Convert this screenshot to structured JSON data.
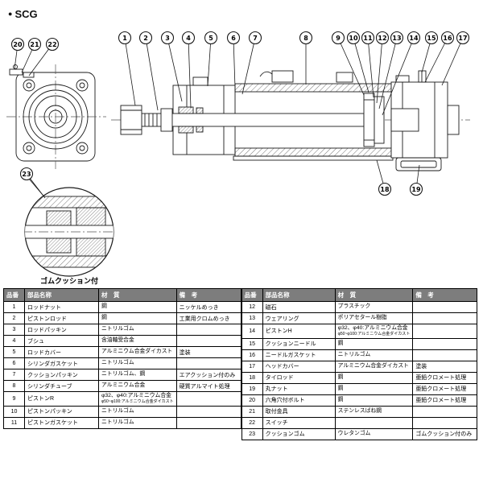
{
  "page": {
    "title_bullet": "●",
    "title": "SCG"
  },
  "diagram": {
    "callouts": [
      {
        "label": "1"
      },
      {
        "label": "2"
      },
      {
        "label": "3"
      },
      {
        "label": "4"
      },
      {
        "label": "5"
      },
      {
        "label": "6"
      },
      {
        "label": "7"
      },
      {
        "label": "8"
      },
      {
        "label": "9"
      },
      {
        "label": "10"
      },
      {
        "label": "11"
      },
      {
        "label": "12"
      },
      {
        "label": "13"
      },
      {
        "label": "14"
      },
      {
        "label": "15"
      },
      {
        "label": "16"
      },
      {
        "label": "17"
      },
      {
        "label": "18"
      },
      {
        "label": "19"
      },
      {
        "label": "20"
      },
      {
        "label": "21"
      },
      {
        "label": "22"
      },
      {
        "label": "23"
      }
    ],
    "detail_caption": "ゴムクッション付"
  },
  "parts_table": {
    "headers": {
      "no": "品番",
      "name": "部品名称",
      "material": "材　質",
      "remarks": "備　考"
    },
    "left_rows": [
      {
        "no": "1",
        "name": "ロッドナット",
        "material": "鋼",
        "material2": "",
        "remarks": "ニッケルめっき"
      },
      {
        "no": "2",
        "name": "ピストンロッド",
        "material": "鋼",
        "material2": "",
        "remarks": "工業用クロムめっき"
      },
      {
        "no": "3",
        "name": "ロッドパッキン",
        "material": "ニトリルゴム",
        "material2": "",
        "remarks": ""
      },
      {
        "no": "4",
        "name": "ブシュ",
        "material": "含油軸受合金",
        "material2": "",
        "remarks": ""
      },
      {
        "no": "5",
        "name": "ロッドカバー",
        "material": "アルミニウム合金ダイカスト",
        "material2": "",
        "remarks": "塗装"
      },
      {
        "no": "6",
        "name": "シリンダガスケット",
        "material": "ニトリルゴム",
        "material2": "",
        "remarks": ""
      },
      {
        "no": "7",
        "name": "クッションパッキン",
        "material": "ニトリルゴム、鋼",
        "material2": "",
        "remarks": "エアクッション付のみ"
      },
      {
        "no": "8",
        "name": "シリンダチューブ",
        "material": "アルミニウム合金",
        "material2": "",
        "remarks": "硬質アルマイト処理"
      },
      {
        "no": "9",
        "name": "ピストンR",
        "material": "φ32、φ40:アルミニウム合金",
        "material2": "φ50~φ100:アルミニウム合金ダイカスト",
        "remarks": ""
      },
      {
        "no": "10",
        "name": "ピストンパッキン",
        "material": "ニトリルゴム",
        "material2": "",
        "remarks": ""
      },
      {
        "no": "11",
        "name": "ピストンガスケット",
        "material": "ニトリルゴム",
        "material2": "",
        "remarks": ""
      }
    ],
    "right_rows": [
      {
        "no": "12",
        "name": "磁石",
        "material": "プラスチック",
        "material2": "",
        "remarks": ""
      },
      {
        "no": "13",
        "name": "ウェアリング",
        "material": "ポリアセタール樹脂",
        "material2": "",
        "remarks": ""
      },
      {
        "no": "14",
        "name": "ピストンH",
        "material": "φ32、φ40:アルミニウム合金",
        "material2": "φ50~φ100:アルミニウム合金ダイカスト",
        "remarks": ""
      },
      {
        "no": "15",
        "name": "クッションニードル",
        "material": "鋼",
        "material2": "",
        "remarks": ""
      },
      {
        "no": "16",
        "name": "ニードルガスケット",
        "material": "ニトリルゴム",
        "material2": "",
        "remarks": ""
      },
      {
        "no": "17",
        "name": "ヘッドカバー",
        "material": "アルミニウム合金ダイカスト",
        "material2": "",
        "remarks": "塗装"
      },
      {
        "no": "18",
        "name": "タイロッド",
        "material": "鋼",
        "material2": "",
        "remarks": "亜鉛クロメート処理"
      },
      {
        "no": "19",
        "name": "丸ナット",
        "material": "鋼",
        "material2": "",
        "remarks": "亜鉛クロメート処理"
      },
      {
        "no": "20",
        "name": "六角穴付ボルト",
        "material": "鋼",
        "material2": "",
        "remarks": "亜鉛クロメート処理"
      },
      {
        "no": "21",
        "name": "取付金具",
        "material": "ステンレスばね鋼",
        "material2": "",
        "remarks": ""
      },
      {
        "no": "22",
        "name": "スイッチ",
        "material": "",
        "material2": "",
        "remarks": ""
      },
      {
        "no": "23",
        "name": "クッションゴム",
        "material": "ウレタンゴム",
        "material2": "",
        "remarks": "ゴムクッション付のみ"
      }
    ]
  }
}
